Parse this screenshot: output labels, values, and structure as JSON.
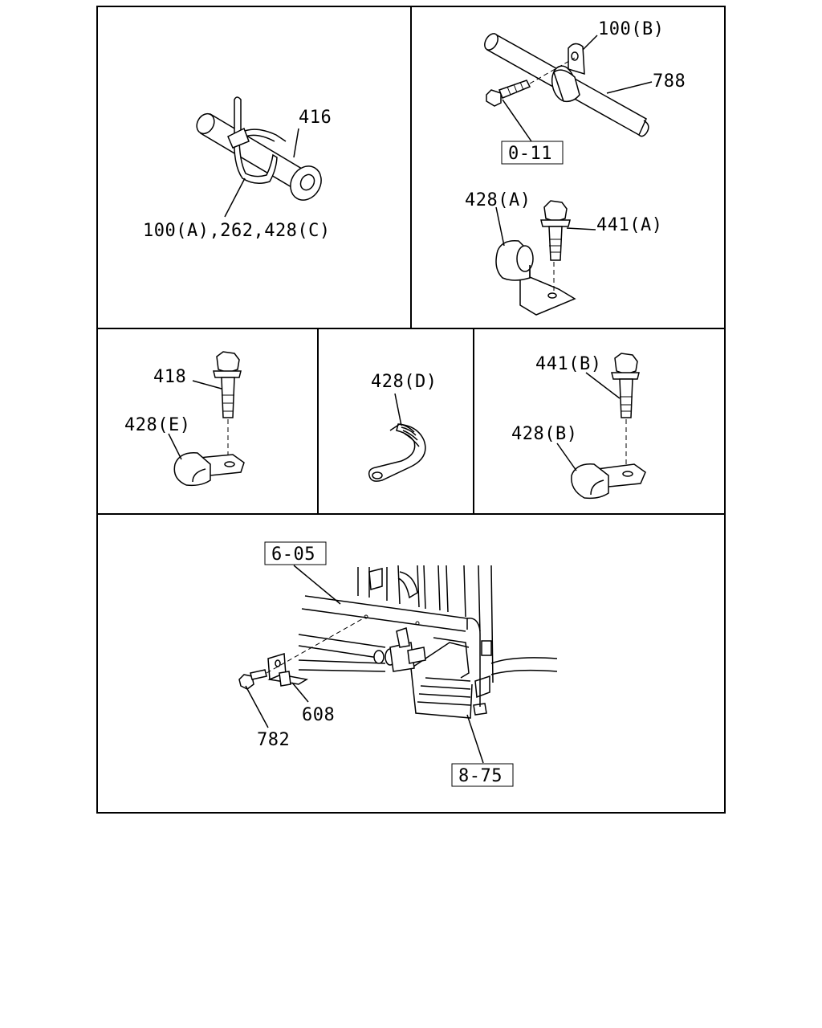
{
  "callouts": {
    "c416": "416",
    "c100a": "100(A),262,428(C)",
    "c100b": "100(B)",
    "c788": "788",
    "c428a": "428(A)",
    "c441a": "441(A)",
    "c418": "418",
    "c428e": "428(E)",
    "c428d": "428(D)",
    "c441b": "441(B)",
    "c428b": "428(B)",
    "c782": "782",
    "c608": "608"
  },
  "refs": {
    "r011": "0-11",
    "r605": "6-05",
    "r875": "8-75"
  }
}
